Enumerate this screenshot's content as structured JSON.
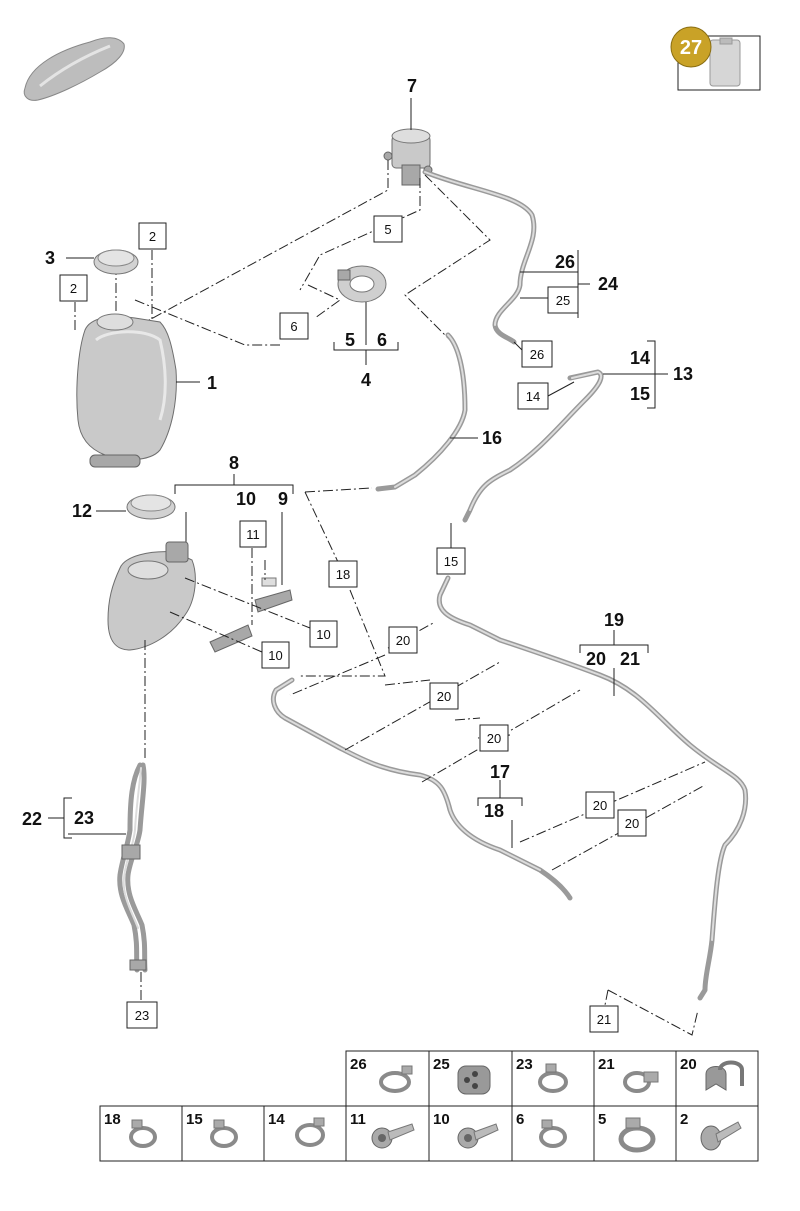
{
  "callouts": {
    "c1": "1",
    "c3": "3",
    "c4": "4",
    "c5": "5",
    "c6": "6",
    "c7": "7",
    "c8": "8",
    "c9": "9",
    "c10": "10",
    "c12": "12",
    "c13": "13",
    "c14": "14",
    "c15": "15",
    "c16": "16",
    "c17": "17",
    "c18": "18",
    "c19": "19",
    "c20": "20",
    "c21": "21",
    "c22": "22",
    "c23": "23",
    "c24": "24",
    "c26": "26",
    "c27": "27"
  },
  "boxed": {
    "b2a": "2",
    "b2b": "2",
    "b5": "5",
    "b6": "6",
    "b25": "25",
    "b26": "26",
    "b14": "14",
    "b11": "11",
    "b10a": "10",
    "b10b": "10",
    "b18": "18",
    "b15": "15",
    "b20a": "20",
    "b20b": "20",
    "b20c": "20",
    "b20d": "20",
    "b20e": "20",
    "b23": "23",
    "b21": "21"
  },
  "parts_table": {
    "row1": [
      "26",
      "25",
      "23",
      "21",
      "20"
    ],
    "row2": [
      "18",
      "15",
      "14",
      "11",
      "10",
      "6",
      "5",
      "2"
    ]
  },
  "colors": {
    "badge": "#c9a227",
    "line": "#222222",
    "part": "#c9c9c9"
  }
}
